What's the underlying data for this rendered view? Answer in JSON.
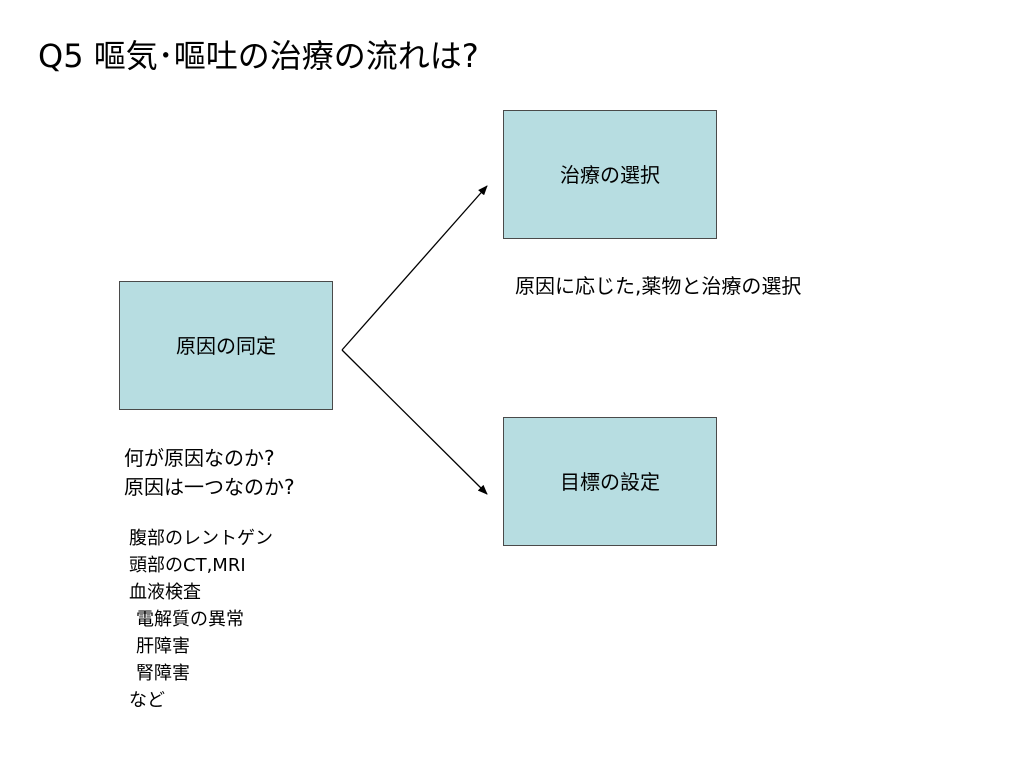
{
  "slide": {
    "title": "Q5 嘔気･嘔吐の治療の流れは?"
  },
  "diagram": {
    "cause_box": "原因の同定",
    "treatment_box": "治療の選択",
    "goal_box": "目標の設定",
    "treatment_note": "原因に応じた,薬物と治療の選択",
    "questions": [
      "何が原因なのか?",
      "原因は一つなのか?"
    ],
    "examinations": [
      {
        "text": "腹部のレントゲン",
        "indent": false
      },
      {
        "text": "頭部のCT,MRI",
        "indent": false
      },
      {
        "text": "血液検査",
        "indent": false
      },
      {
        "text": "電解質の異常",
        "indent": true
      },
      {
        "text": "肝障害",
        "indent": true
      },
      {
        "text": "腎障害",
        "indent": true
      },
      {
        "text": "など",
        "indent": false
      }
    ]
  }
}
